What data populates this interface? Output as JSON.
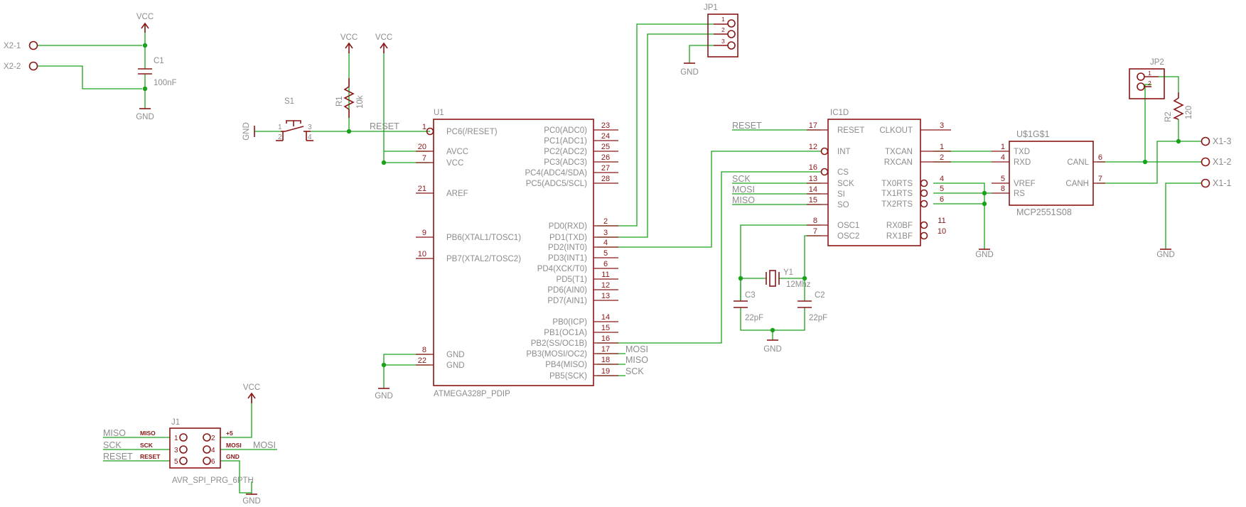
{
  "supply": {
    "vcc_c1": "VCC",
    "vcc_r1": "VCC",
    "vcc_avcc": "VCC",
    "vcc_j1": "VCC",
    "gnd_c1": "GND",
    "gnd_s1": "GND",
    "gnd_jp1": "GND",
    "gnd_u1": "GND",
    "gnd_xtal": "GND",
    "gnd_ic1": "GND",
    "gnd_x11": "GND",
    "gnd_j1": "GND"
  },
  "connectors": {
    "x2_1": "X2-1",
    "x2_2": "X2-2",
    "x1_3": "X1-3",
    "x1_2": "X1-2",
    "x1_1": "X1-1"
  },
  "c1": {
    "name": "C1",
    "value": "100nF"
  },
  "s1": {
    "name": "S1",
    "pin1": "1",
    "pin2": "2",
    "pin3": "3",
    "pin4": "4"
  },
  "r1": {
    "name": "R1",
    "value": "10k"
  },
  "r2": {
    "name": "R2",
    "value": "120"
  },
  "jp1": {
    "name": "JP1",
    "pins": [
      "1",
      "2",
      "3"
    ]
  },
  "jp2": {
    "name": "JP2",
    "pins": [
      "1",
      "2"
    ]
  },
  "u1": {
    "name": "U1",
    "part": "ATMEGA328P_PDIP",
    "reset_net": "RESET",
    "pins_left": [
      {
        "num": "1",
        "label": "PC6(/RESET)"
      },
      {
        "num": "20",
        "label": "AVCC"
      },
      {
        "num": "7",
        "label": "VCC"
      },
      {
        "num": "21",
        "label": "AREF"
      },
      {
        "num": "9",
        "label": "PB6(XTAL1/TOSC1)"
      },
      {
        "num": "10",
        "label": "PB7(XTAL2/TOSC2)"
      },
      {
        "num": "8",
        "label": "GND"
      },
      {
        "num": "22",
        "label": "GND"
      }
    ],
    "pins_right": [
      {
        "num": "23",
        "label": "PC0(ADC0)"
      },
      {
        "num": "24",
        "label": "PC1(ADC1)"
      },
      {
        "num": "25",
        "label": "PC2(ADC2)"
      },
      {
        "num": "26",
        "label": "PC3(ADC3)"
      },
      {
        "num": "27",
        "label": "PC4(ADC4/SDA)"
      },
      {
        "num": "28",
        "label": "PC5(ADC5/SCL)"
      },
      {
        "num": "2",
        "label": "PD0(RXD)"
      },
      {
        "num": "3",
        "label": "PD1(TXD)"
      },
      {
        "num": "4",
        "label": "PD2(INT0)"
      },
      {
        "num": "5",
        "label": "PD3(INT1)"
      },
      {
        "num": "6",
        "label": "PD4(XCK/T0)"
      },
      {
        "num": "11",
        "label": "PD5(T1)"
      },
      {
        "num": "12",
        "label": "PD6(AIN0)"
      },
      {
        "num": "13",
        "label": "PD7(AIN1)"
      },
      {
        "num": "14",
        "label": "PB0(ICP)"
      },
      {
        "num": "15",
        "label": "PB1(OC1A)"
      },
      {
        "num": "16",
        "label": "PB2(SS/OC1B)"
      },
      {
        "num": "17",
        "label": "PB3(MOSI/OC2)"
      },
      {
        "num": "18",
        "label": "PB4(MISO)"
      },
      {
        "num": "19",
        "label": "PB5(SCK)"
      }
    ],
    "nets": {
      "mosi": "MOSI",
      "miso": "MISO",
      "sck": "SCK"
    }
  },
  "ic1": {
    "name": "IC1D",
    "pins_left": [
      {
        "num": "17",
        "label": "RESET"
      },
      {
        "num": "12",
        "label": "INT"
      },
      {
        "num": "16",
        "label": "CS"
      },
      {
        "num": "13",
        "label": "SCK"
      },
      {
        "num": "14",
        "label": "SI"
      },
      {
        "num": "15",
        "label": "SO"
      },
      {
        "num": "8",
        "label": "OSC1"
      },
      {
        "num": "7",
        "label": "OSC2"
      }
    ],
    "pins_right": [
      {
        "num": "3",
        "label": "CLKOUT"
      },
      {
        "num": "1",
        "label": "TXCAN"
      },
      {
        "num": "2",
        "label": "RXCAN"
      },
      {
        "num": "4",
        "label": "TX0RTS"
      },
      {
        "num": "5",
        "label": "TX1RTS"
      },
      {
        "num": "6",
        "label": "TX2RTS"
      },
      {
        "num": "11",
        "label": "RX0BF"
      },
      {
        "num": "10",
        "label": "RX1BF"
      }
    ],
    "nets": {
      "reset": "RESET",
      "sck": "SCK",
      "mosi": "MOSI",
      "miso": "MISO"
    }
  },
  "crystal": {
    "y1_name": "Y1",
    "y1_value": "12Mhz",
    "c3_name": "C3",
    "c3_value": "22pF",
    "c2_name": "C2",
    "c2_value": "22pF"
  },
  "mcp": {
    "name": "U$1G$1",
    "part": "MCP2551S08",
    "pins_left": [
      {
        "num": "1",
        "label": "TXD"
      },
      {
        "num": "4",
        "label": "RXD"
      },
      {
        "num": "5",
        "label": "VREF"
      },
      {
        "num": "8",
        "label": "RS"
      }
    ],
    "pins_right": [
      {
        "num": "6",
        "label": "CANL"
      },
      {
        "num": "7",
        "label": "CANH"
      }
    ]
  },
  "j1": {
    "name": "J1",
    "part": "AVR_SPI_PRG_6PTH",
    "pin_labels": [
      "MISO",
      "SCK",
      "RESET",
      "+5",
      "MOSI",
      "GND"
    ],
    "pin_nums": [
      "1",
      "3",
      "5",
      "2",
      "4",
      "6"
    ],
    "nets": {
      "miso": "MISO",
      "sck": "SCK",
      "reset": "RESET",
      "mosi": "MOSI"
    }
  }
}
